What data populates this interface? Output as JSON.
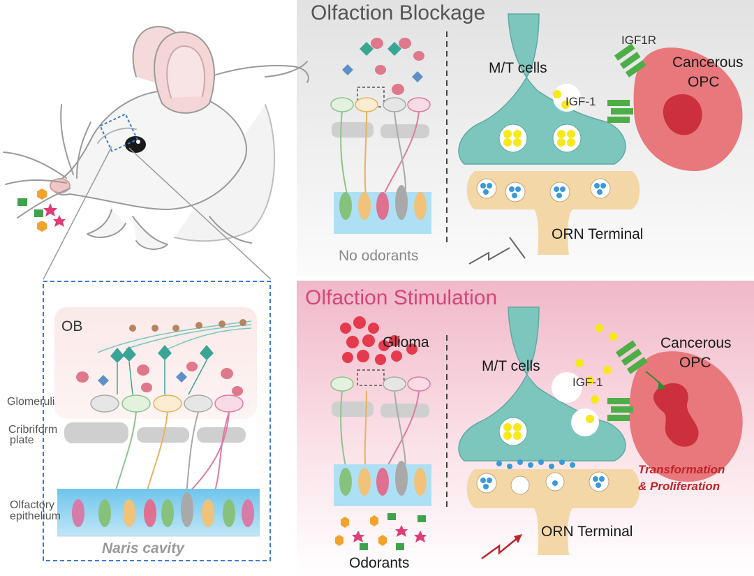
{
  "top_panel": {
    "title": "Olfaction Blockage",
    "mt_cells": "M/T cells",
    "igf1r": "IGF1R",
    "cancerous": "Cancerous",
    "opc": "OPC",
    "igf1": "IGF-1",
    "orn_terminal": "ORN Terminal",
    "odorant_state": "No odorants"
  },
  "bottom_panel": {
    "title": "Olfaction Stimulation",
    "glioma": "Glioma",
    "mt_cells": "M/T cells",
    "cancerous": "Cancerous",
    "opc": "OPC",
    "igf1": "IGF-1",
    "transformation_1": "Transformation",
    "transformation_2": "& Proliferation",
    "orn_terminal": "ORN Terminal",
    "odorant_state": "Odorants"
  },
  "inset": {
    "ob": "OB",
    "glomeruli": "Glomeruli",
    "cribriform_1": "Cribriform",
    "cribriform_2": "plate",
    "olfactory_1": "Olfactory",
    "olfactory_2": "epithelium",
    "naris_cavity": "Naris cavity"
  },
  "colors": {
    "stimulation_bg": "#f7d5df",
    "blockage_bg": "#eeeeee",
    "mt_cell": "#7cc6bd",
    "orn_terminal": "#f4d7a6",
    "cancerous_opc": "#e8787b",
    "igf1": "#f7e81c",
    "igf1r": "#4dae48",
    "vesicle_blue": "#3a9ad9",
    "epithelium": "#8fd1ee",
    "transformation_red": "#c0232a"
  }
}
